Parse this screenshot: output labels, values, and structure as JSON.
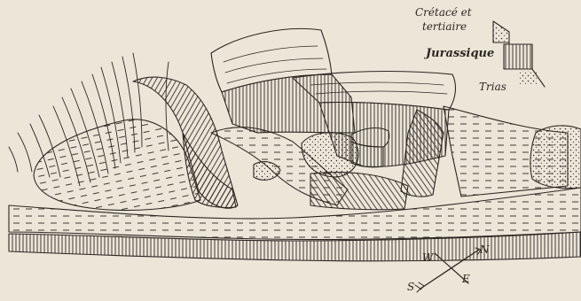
{
  "legend": {
    "cretace_line1": "Crétacé et",
    "cretace_line2": "tertiaire",
    "jurassique": "Jurassique",
    "trias": "Trias"
  },
  "compass": {
    "n": "N",
    "e": "E",
    "s": "S",
    "w": "W"
  },
  "colors": {
    "paper": "#ece6d9",
    "ink": "#2b2622"
  }
}
